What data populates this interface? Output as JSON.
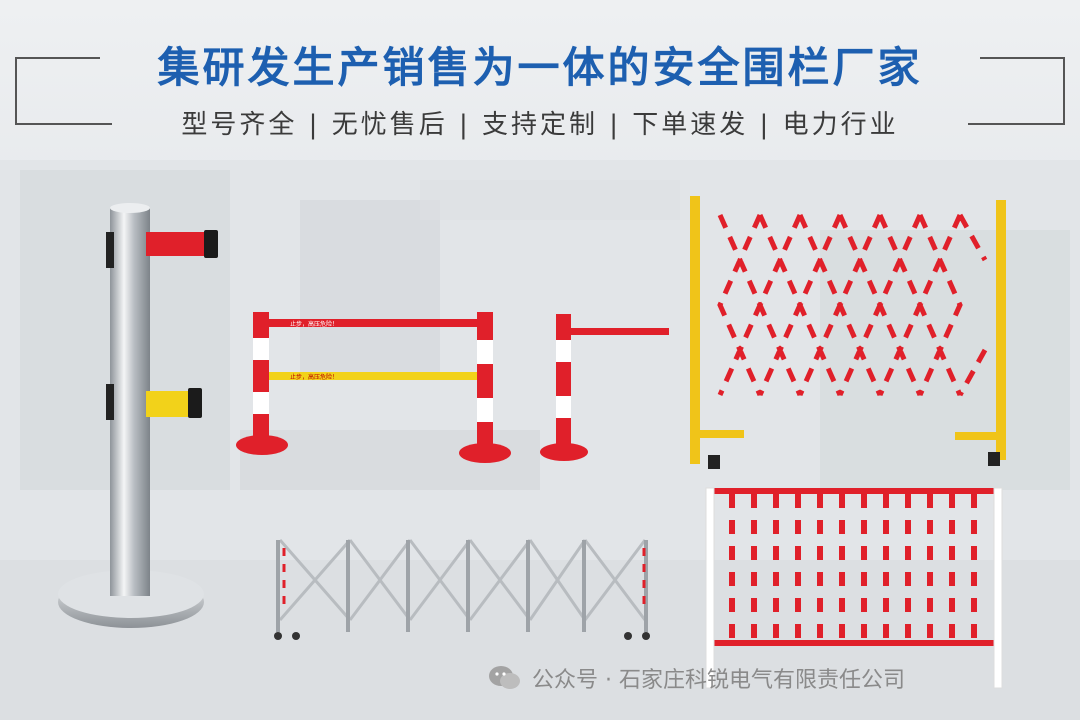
{
  "header": {
    "title": "集研发生产销售为一体的安全围栏厂家",
    "features": "型号齐全 | 无忧售后 | 支持定制 | 下单速发 | 电力行业"
  },
  "banner_text": {
    "tape_red": "止步，高压危险！",
    "tape_yellow": "止步，高压危险！"
  },
  "watermark": {
    "text": "公众号 · 石家庄科锐电气有限责任公司"
  },
  "colors": {
    "title_blue": "#1d5fb0",
    "safety_red": "#e0202a",
    "safety_yellow": "#f2d21a",
    "steel": "#c9ccd0"
  }
}
